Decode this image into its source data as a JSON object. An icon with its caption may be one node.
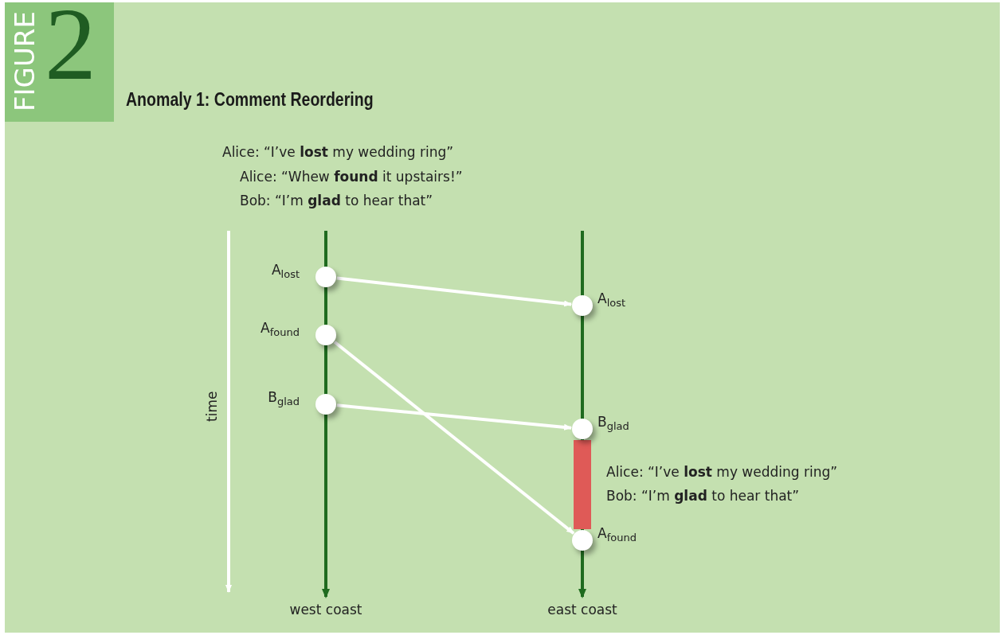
{
  "diagram": {
    "title": "Anomaly 1: Comment Reordering",
    "nodes": [
      {
        "text": [],
        "shape": "circle",
        "beside": [
          "A$_{lost}$"
        ]
      },
      {
        "text": [],
        "shape": "circle",
        "beside": [
          "A$_{lost}$"
        ]
      },
      {
        "text": [],
        "shape": "circle",
        "beside": [
          "A$_{found}$"
        ]
      },
      {
        "text": [],
        "shape": "circle",
        "beside": [
          "B$_{glad}$"
        ]
      },
      {
        "text": [],
        "shape": "circle",
        "beside": [
          "B$_{glad}$"
        ]
      },
      {
        "text": [],
        "shape": "bar",
        "beside": [
          "Alice: “I’ve **lost** my wedding ring”",
          "Bob: “I’m **glad** to hear that”"
        ]
      },
      {
        "text": [],
        "shape": "circle",
        "beside": [
          "A$_{found}$"
        ]
      }
    ],
    "edges": [
      {
        "from": 0,
        "to": 1,
        "arrow": "to"
      },
      {
        "from": 2,
        "to": 6,
        "arrow": "to"
      },
      {
        "from": 3,
        "to": 4,
        "arrow": "to"
      }
    ],
    "labels": [
      "FIGURE",
      "2",
      "Alice: “I’ve **lost** my wedding ring”",
      "Alice: “Whew **found** it upstairs!”",
      "Bob: “I’m **glad** to hear that”",
      "time",
      "west coast",
      "east coast"
    ]
  }
}
